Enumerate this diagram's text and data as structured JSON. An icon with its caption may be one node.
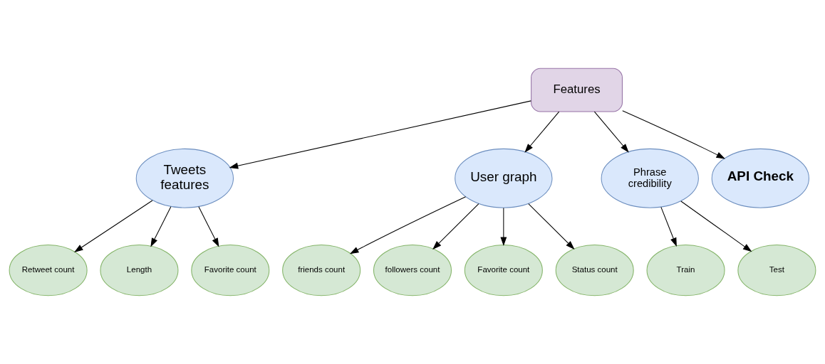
{
  "diagram": {
    "nodes": [
      {
        "text": [
          "Features"
        ]
      },
      {
        "text": [
          "Tweets features"
        ]
      },
      {
        "text": [
          "User graph"
        ]
      },
      {
        "text": [
          "Phrase credibility"
        ]
      },
      {
        "text": [
          "API Check"
        ]
      },
      {
        "text": [
          "Retweet count"
        ]
      },
      {
        "text": [
          "Length"
        ]
      },
      {
        "text": [
          "Favorite count"
        ]
      },
      {
        "text": [
          "friends count"
        ]
      },
      {
        "text": [
          "followers count"
        ]
      },
      {
        "text": [
          "Favorite count"
        ]
      },
      {
        "text": [
          "Status count"
        ]
      },
      {
        "text": [
          "Train"
        ]
      },
      {
        "text": [
          "Test"
        ]
      }
    ],
    "edges": [
      {
        "from": 0,
        "to": 1,
        "arrow": "to"
      },
      {
        "from": 0,
        "to": 2,
        "arrow": "to"
      },
      {
        "from": 0,
        "to": 3,
        "arrow": "to"
      },
      {
        "from": 0,
        "to": 4,
        "arrow": "to"
      },
      {
        "from": 1,
        "to": 5,
        "arrow": "to"
      },
      {
        "from": 1,
        "to": 6,
        "arrow": "to"
      },
      {
        "from": 1,
        "to": 7,
        "arrow": "to"
      },
      {
        "from": 2,
        "to": 8,
        "arrow": "to"
      },
      {
        "from": 2,
        "to": 9,
        "arrow": "to"
      },
      {
        "from": 2,
        "to": 10,
        "arrow": "to"
      },
      {
        "from": 2,
        "to": 11,
        "arrow": "to"
      },
      {
        "from": 3,
        "to": 12,
        "arrow": "to"
      },
      {
        "from": 3,
        "to": 13,
        "arrow": "to"
      }
    ]
  }
}
